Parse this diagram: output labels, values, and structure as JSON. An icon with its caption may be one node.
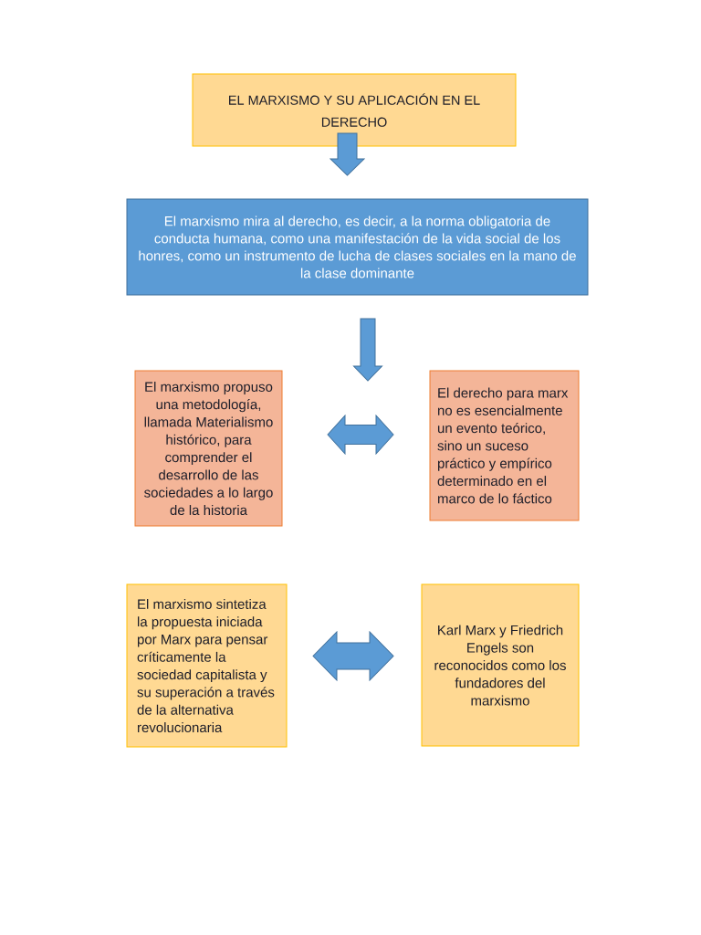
{
  "diagram": {
    "nodes": [
      {
        "text": [
          "EL MARXISMO Y SU APLICACIÓN EN EL DERECHO"
        ]
      },
      {
        "text": [
          "El marxismo mira al derecho, es decir, a la norma obligatoria de conducta humana, como una manifestación de la vida social de los honres, como un instrumento de lucha de clases sociales en la mano de la clase dominante"
        ]
      },
      {
        "text": [
          "El marxismo propuso una metodología, llamada Materialismo histórico, para comprender el desarrollo de las sociedades a lo largo de la historia"
        ]
      },
      {
        "text": [
          "El derecho para marx no es esencialmente un evento teórico, sino un suceso práctico y empírico determinado en el marco de lo fáctico"
        ]
      },
      {
        "text": [
          "El marxismo sintetiza la propuesta iniciada por Marx para pensar críticamente la sociedad capitalista y su superación a través de la alternativa revolucionaria"
        ]
      },
      {
        "text": [
          "Karl Marx y Friedrich Engels son reconocidos como los fundadores del marxismo"
        ]
      }
    ],
    "edges": [
      {
        "from": 0,
        "to": 1,
        "arrow": "to"
      },
      {
        "from": 1,
        "to": null,
        "arrow": "to"
      },
      {
        "from": 2,
        "to": 3,
        "arrow": "both"
      },
      {
        "from": 4,
        "to": 5,
        "arrow": "both"
      }
    ]
  }
}
